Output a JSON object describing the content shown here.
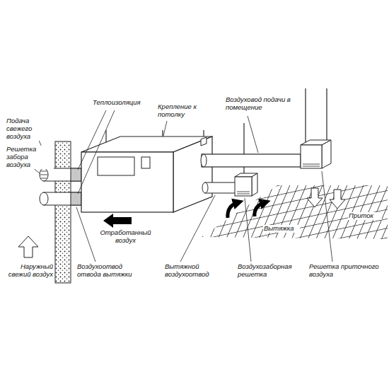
{
  "diagram": {
    "labels": [
      "Теплоизоляция",
      "Крепление к потолку",
      "Воздуховод подачи в помещение",
      "Подача свежего воздуха",
      "Решетка забора воздуха",
      "Приток",
      "Отработанный воздух",
      "Вытяжка",
      "Наружный свежий воздух",
      "Воздухоотвод отвода вытяжки",
      "Вытяжной воздухоотвод",
      "Воздухозаборная решетка",
      "Решетка приточного воздуха"
    ]
  }
}
